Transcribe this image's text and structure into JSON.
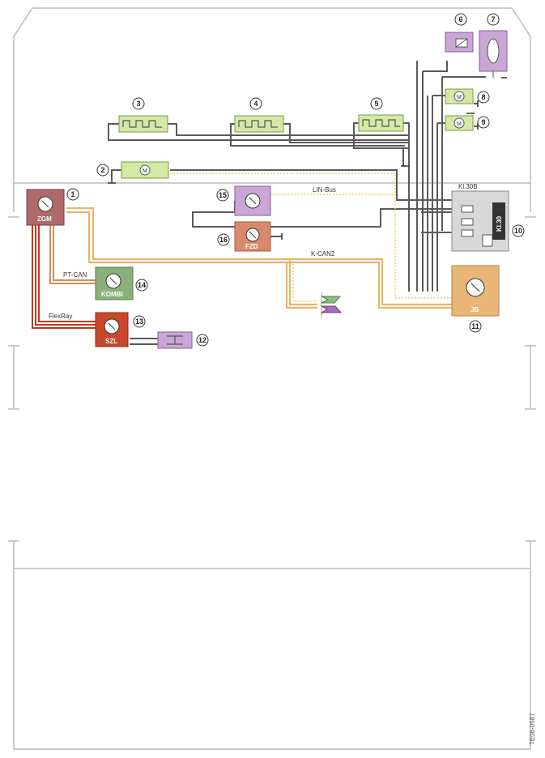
{
  "diagram": {
    "bus_labels": {
      "lin": "LIN-Bus",
      "kcan2": "K-CAN2",
      "ptcan": "PT-CAN",
      "flexray": "FlexRay"
    },
    "modules": {
      "zgm": "ZGM",
      "kombi": "KOMBI",
      "szl": "SZL",
      "fzd": "FZD",
      "jb": "JB"
    },
    "relay": {
      "title": "Kl.30B",
      "side": "Kl.30"
    },
    "components": [
      {
        "number": "1",
        "name": "ZGM"
      },
      {
        "number": "2",
        "name": "motor"
      },
      {
        "number": "3",
        "name": "heater"
      },
      {
        "number": "4",
        "name": "heater"
      },
      {
        "number": "5",
        "name": "heater"
      },
      {
        "number": "6",
        "name": "hall sensor"
      },
      {
        "number": "7",
        "name": "lamp"
      },
      {
        "number": "8",
        "name": "motor"
      },
      {
        "number": "9",
        "name": "motor"
      },
      {
        "number": "10",
        "name": "relay box"
      },
      {
        "number": "11",
        "name": "JB"
      },
      {
        "number": "12",
        "name": "switch"
      },
      {
        "number": "13",
        "name": "SZL"
      },
      {
        "number": "14",
        "name": "KOMBI"
      },
      {
        "number": "15",
        "name": "module"
      },
      {
        "number": "16",
        "name": "FZD"
      }
    ],
    "colors": {
      "green": "#d6e8a6",
      "purple": "#c9a6d6",
      "salmon": "#d9896b",
      "orange": "#eab676",
      "zgm": "#b06a6a",
      "kombi": "#8cb07a",
      "szl": "#c9482a",
      "wire": "#555555",
      "kcan": "#e9b46a",
      "flexray": "#c0391f",
      "lin": "#e8d25a"
    },
    "code": "TE08-0587"
  }
}
